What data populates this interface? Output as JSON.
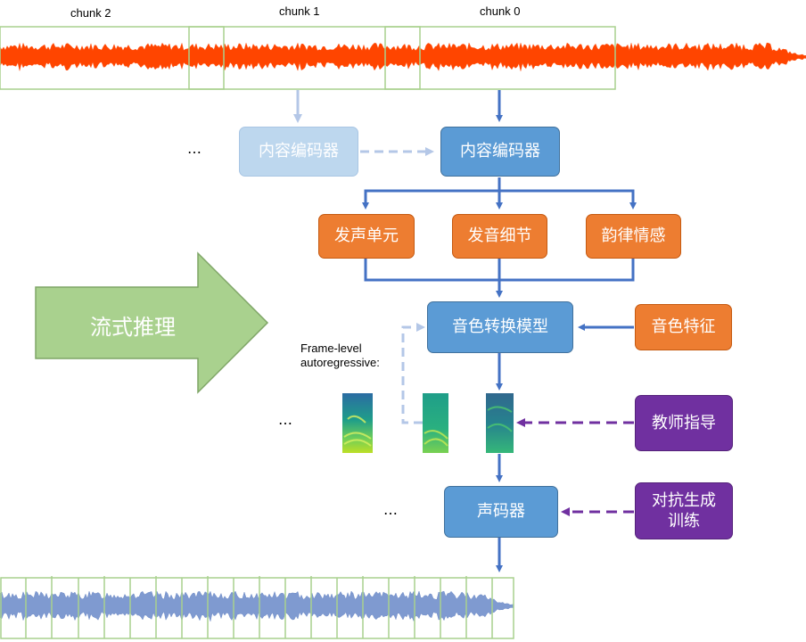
{
  "chunks": [
    "chunk 2",
    "chunk 1",
    "chunk 0"
  ],
  "boxes": {
    "content_encoder_prev": "内容编码器",
    "content_encoder": "内容编码器",
    "phoneme_unit": "发声单元",
    "pronunciation_detail": "发音细节",
    "prosody_emotion": "韵律情感",
    "timbre_model": "音色转换模型",
    "timbre_feature": "音色特征",
    "teacher_guidance": "教师指导",
    "vocoder": "声码器",
    "adversarial_training": "对抗生成训练"
  },
  "stream_label": "流式推理",
  "frame_note_line1": "Frame-level",
  "frame_note_line2": "autoregressive:",
  "ellipsis": "…",
  "colors": {
    "input_wave": "#ff4500",
    "output_wave": "#7f9ad0",
    "chunk_frame": "#a9d18e",
    "flow_arrow": "#4472c4",
    "faded_arrow": "#b4c7e7",
    "purple_arrow": "#7030a0",
    "stream_arrow": "#a9d18e"
  }
}
